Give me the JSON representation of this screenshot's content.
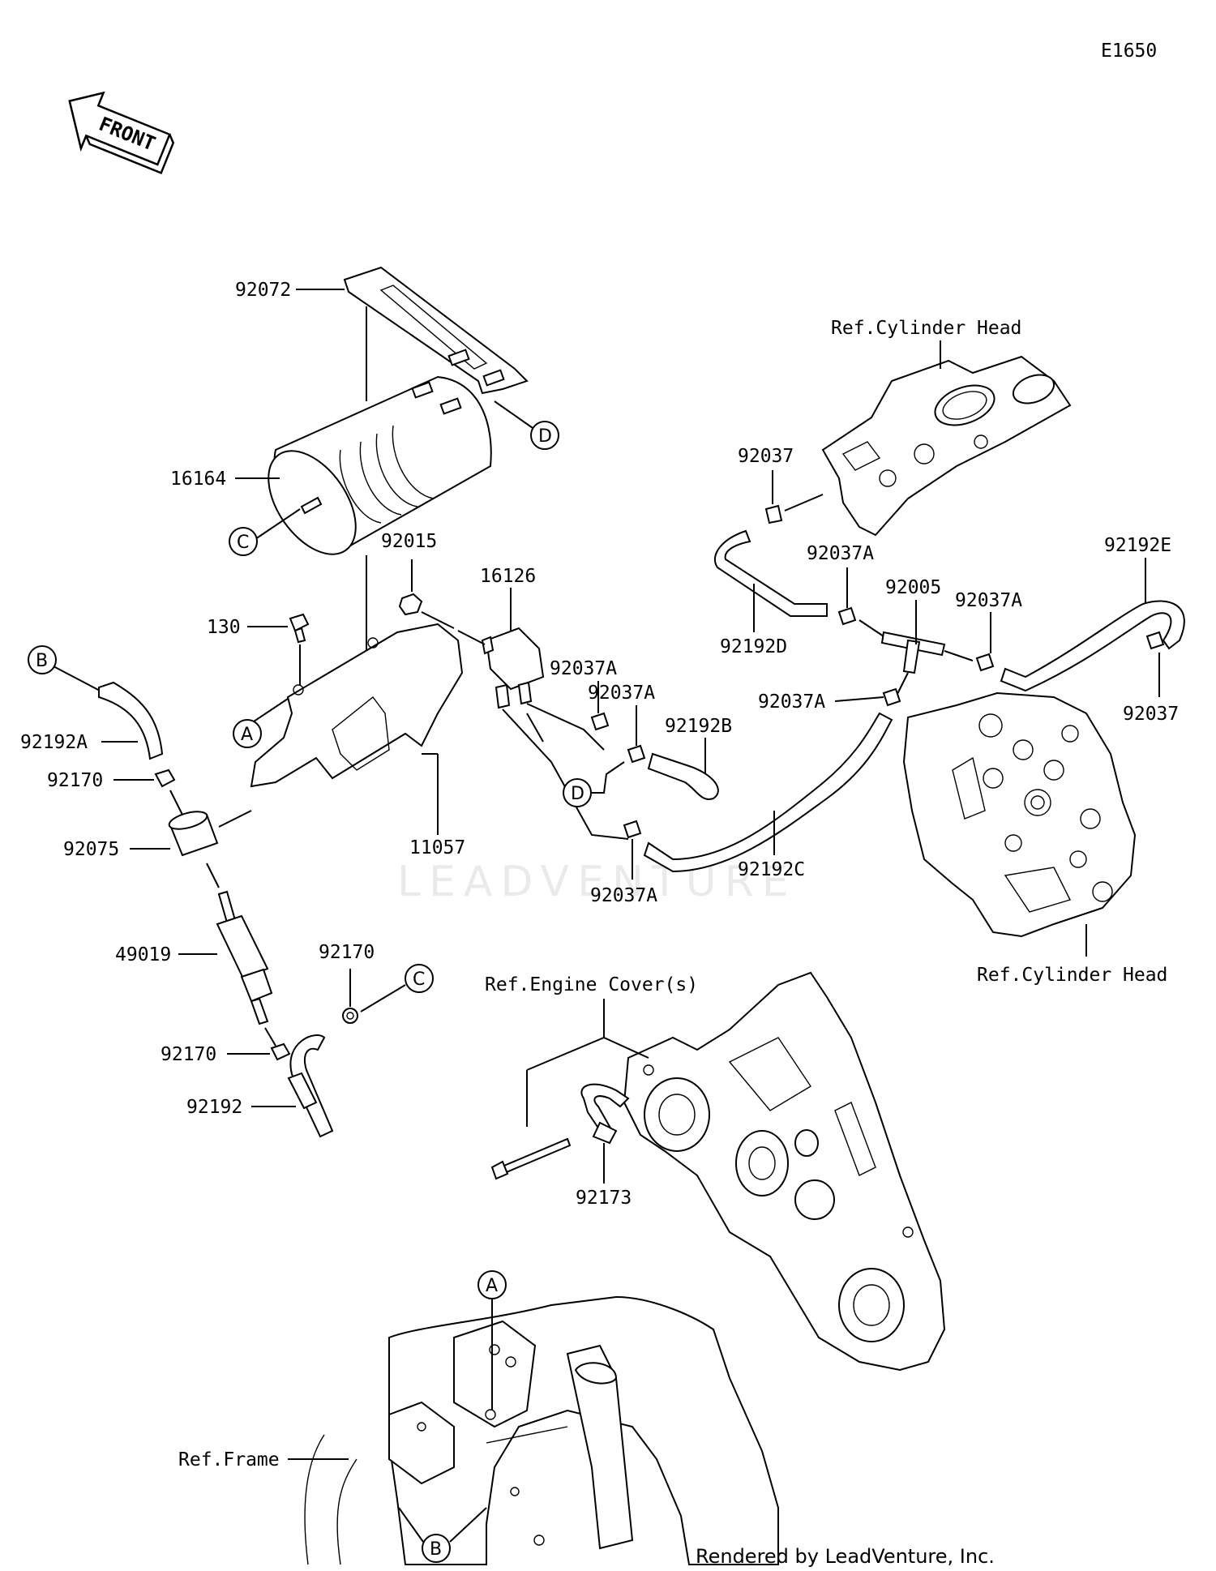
{
  "diagram_code": "E1650",
  "front_arrow": {
    "label": "FRONT",
    "icon": "front-arrow-icon"
  },
  "watermark": "LEADVENTURE",
  "credit": "Rendered by LeadVenture, Inc.",
  "part_labels": {
    "p92072": "92072",
    "p16164": "16164",
    "p92015": "92015",
    "p130": "130",
    "p16126": "16126",
    "p92192A": "92192A",
    "p92170_top": "92170",
    "p92075": "92075",
    "p11057": "11057",
    "p49019": "49019",
    "p92170_mid": "92170",
    "p92170_low": "92170",
    "p92192": "92192",
    "p92037A_1": "92037A",
    "p92037A_2": "92037A",
    "p92192B": "92192B",
    "p92192C": "92192C",
    "p92037A_3": "92037A",
    "p92037_top": "92037",
    "p92192D": "92192D",
    "p92037A_4": "92037A",
    "p92005": "92005",
    "p92037A_5": "92037A",
    "p92192E": "92192E",
    "p92037_right": "92037",
    "p92037A_6": "92037A",
    "p92173": "92173"
  },
  "reference_labels": {
    "cyl_head_top": "Ref.Cylinder Head",
    "cyl_head_right": "Ref.Cylinder Head",
    "engine_cover": "Ref.Engine Cover(s)",
    "frame": "Ref.Frame"
  },
  "callouts": {
    "A": "A",
    "B": "B",
    "C": "C",
    "D": "D"
  }
}
